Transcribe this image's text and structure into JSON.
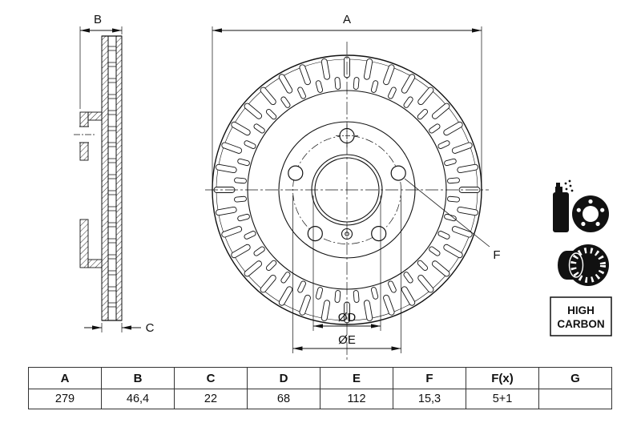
{
  "drawing": {
    "dim_a": "A",
    "dim_b": "B",
    "dim_c": "C",
    "dim_d": "ØD",
    "dim_e": "ØE",
    "dim_f": "F"
  },
  "icons": {
    "coated": "spray-can-coating-icon",
    "vented": "brake-disc-icon"
  },
  "badge": {
    "line1": "HIGH",
    "line2": "CARBON"
  },
  "table": {
    "headers": [
      "A",
      "B",
      "C",
      "D",
      "E",
      "F",
      "F(x)",
      "G"
    ],
    "values": [
      "279",
      "46,4",
      "22",
      "68",
      "112",
      "15,3",
      "5+1",
      ""
    ]
  },
  "colors": {
    "line": "#111111",
    "background": "#ffffff"
  }
}
